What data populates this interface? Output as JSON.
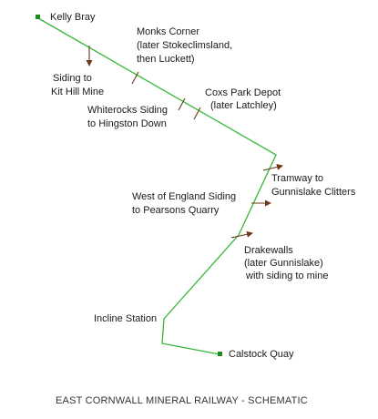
{
  "colors": {
    "route": "#38b838",
    "station_marker": "#1c8c1c",
    "tick": "#6b3a1a",
    "arrow": "#6b3a1a",
    "text": "#1a1a1a"
  },
  "stations": {
    "kelly_bray": "Kelly Bray",
    "monks_corner": [
      "Monks Corner",
      "(later Stokeclimsland,",
      "then Luckett)"
    ],
    "siding_kit_hill": [
      "Siding to",
      "Kit Hill Mine"
    ],
    "coxs_park": [
      "Coxs Park Depot",
      "(later Latchley)"
    ],
    "whiterocks": [
      "Whiterocks Siding",
      "to Hingston Down"
    ],
    "tramway": [
      "Tramway  to",
      "Gunnislake Clitters"
    ],
    "west_of_england": [
      "West of England Siding",
      "to Pearsons Quarry"
    ],
    "drakewalls": [
      "Drakewalls",
      "(later Gunnislake)",
      "with siding to mine"
    ],
    "incline": "Incline Station",
    "calstock": "Calstock Quay"
  },
  "title": "EAST CORNWALL MINERAL RAILWAY - SCHEMATIC"
}
